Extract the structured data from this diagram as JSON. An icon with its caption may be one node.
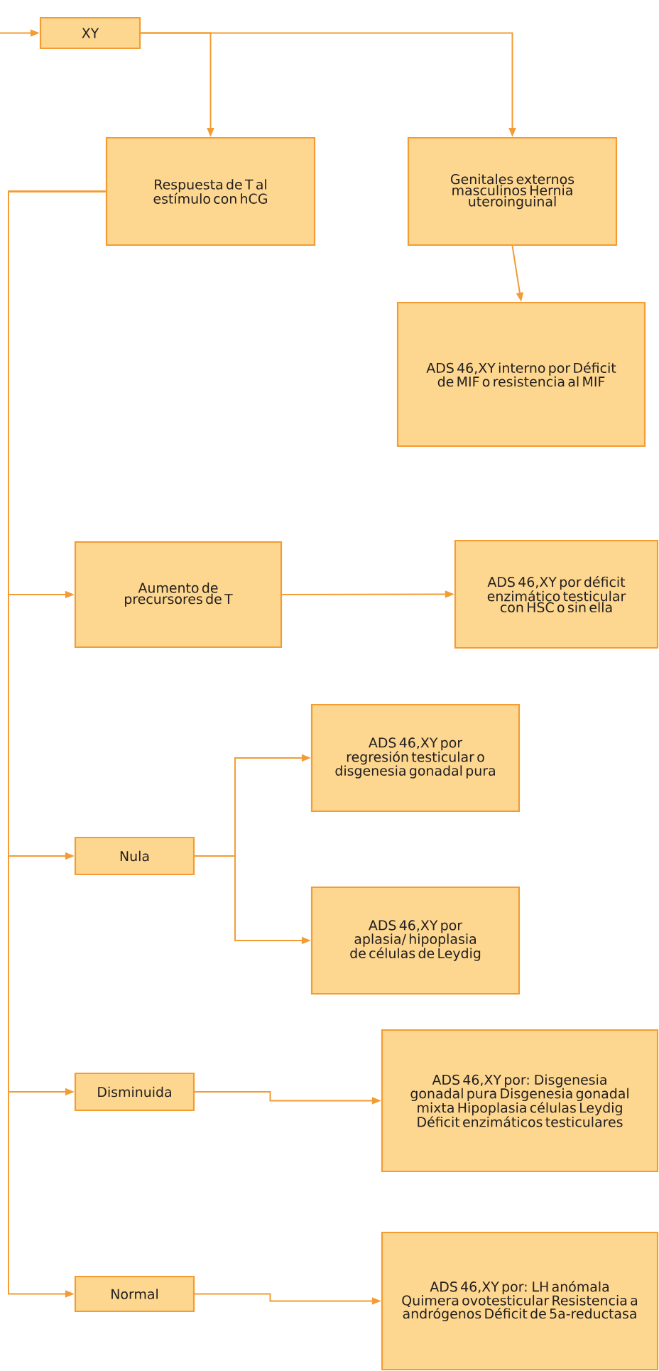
{
  "diagram": {
    "nodes": [
      {
        "text": [
          "XY"
        ]
      },
      {
        "text": [
          "Respuesta de T al estímulo con hCG"
        ]
      },
      {
        "text": [
          "Genitales externos masculinos Hernia uteroinguinal"
        ]
      },
      {
        "text": [
          "ADS 46,XY interno por Déficit de MIF o resistencia al MIF"
        ]
      },
      {
        "text": [
          "Aumento de precursores de T"
        ]
      },
      {
        "text": [
          "ADS 46,XY por déficit enzimático testicular con HSC o sin ella"
        ]
      },
      {
        "text": [
          "ADS 46,XY por regresión testicular o disgenesia gonadal pura"
        ]
      },
      {
        "text": [
          "Nula"
        ]
      },
      {
        "text": [
          "ADS 46,XY por aplasia/ hipoplasia de células de Leydig"
        ]
      },
      {
        "text": [
          "Disminuida"
        ]
      },
      {
        "text": [
          "ADS 46,XY por: Disgenesia gonadal pura Disgenesia gonadal mixta Hipoplasia células Leydig Déficit enzimáticos testiculares"
        ]
      },
      {
        "text": [
          "Normal"
        ]
      },
      {
        "text": [
          "ADS 46,XY por: LH anómala Quimera ovotesticular Resistencia a andrógenos Déficit de 5a-reductasa"
        ]
      }
    ],
    "edges": [
      {
        "from": null,
        "to": 0,
        "arrow": "to"
      },
      {
        "from": 0,
        "to": 1,
        "arrow": "to"
      },
      {
        "from": 0,
        "to": 2,
        "arrow": "to"
      },
      {
        "from": 2,
        "to": 3,
        "arrow": "to"
      },
      {
        "from": 1,
        "to": 4,
        "arrow": "to"
      },
      {
        "from": 1,
        "to": 7,
        "arrow": "to"
      },
      {
        "from": 1,
        "to": 9,
        "arrow": "to"
      },
      {
        "from": 1,
        "to": 11,
        "arrow": "to"
      },
      {
        "from": 4,
        "to": 5,
        "arrow": "to"
      },
      {
        "from": 7,
        "to": 6,
        "arrow": "to"
      },
      {
        "from": 7,
        "to": 8,
        "arrow": "to"
      },
      {
        "from": 9,
        "to": 10,
        "arrow": "to"
      },
      {
        "from": 11,
        "to": 12,
        "arrow": "to"
      }
    ]
  }
}
